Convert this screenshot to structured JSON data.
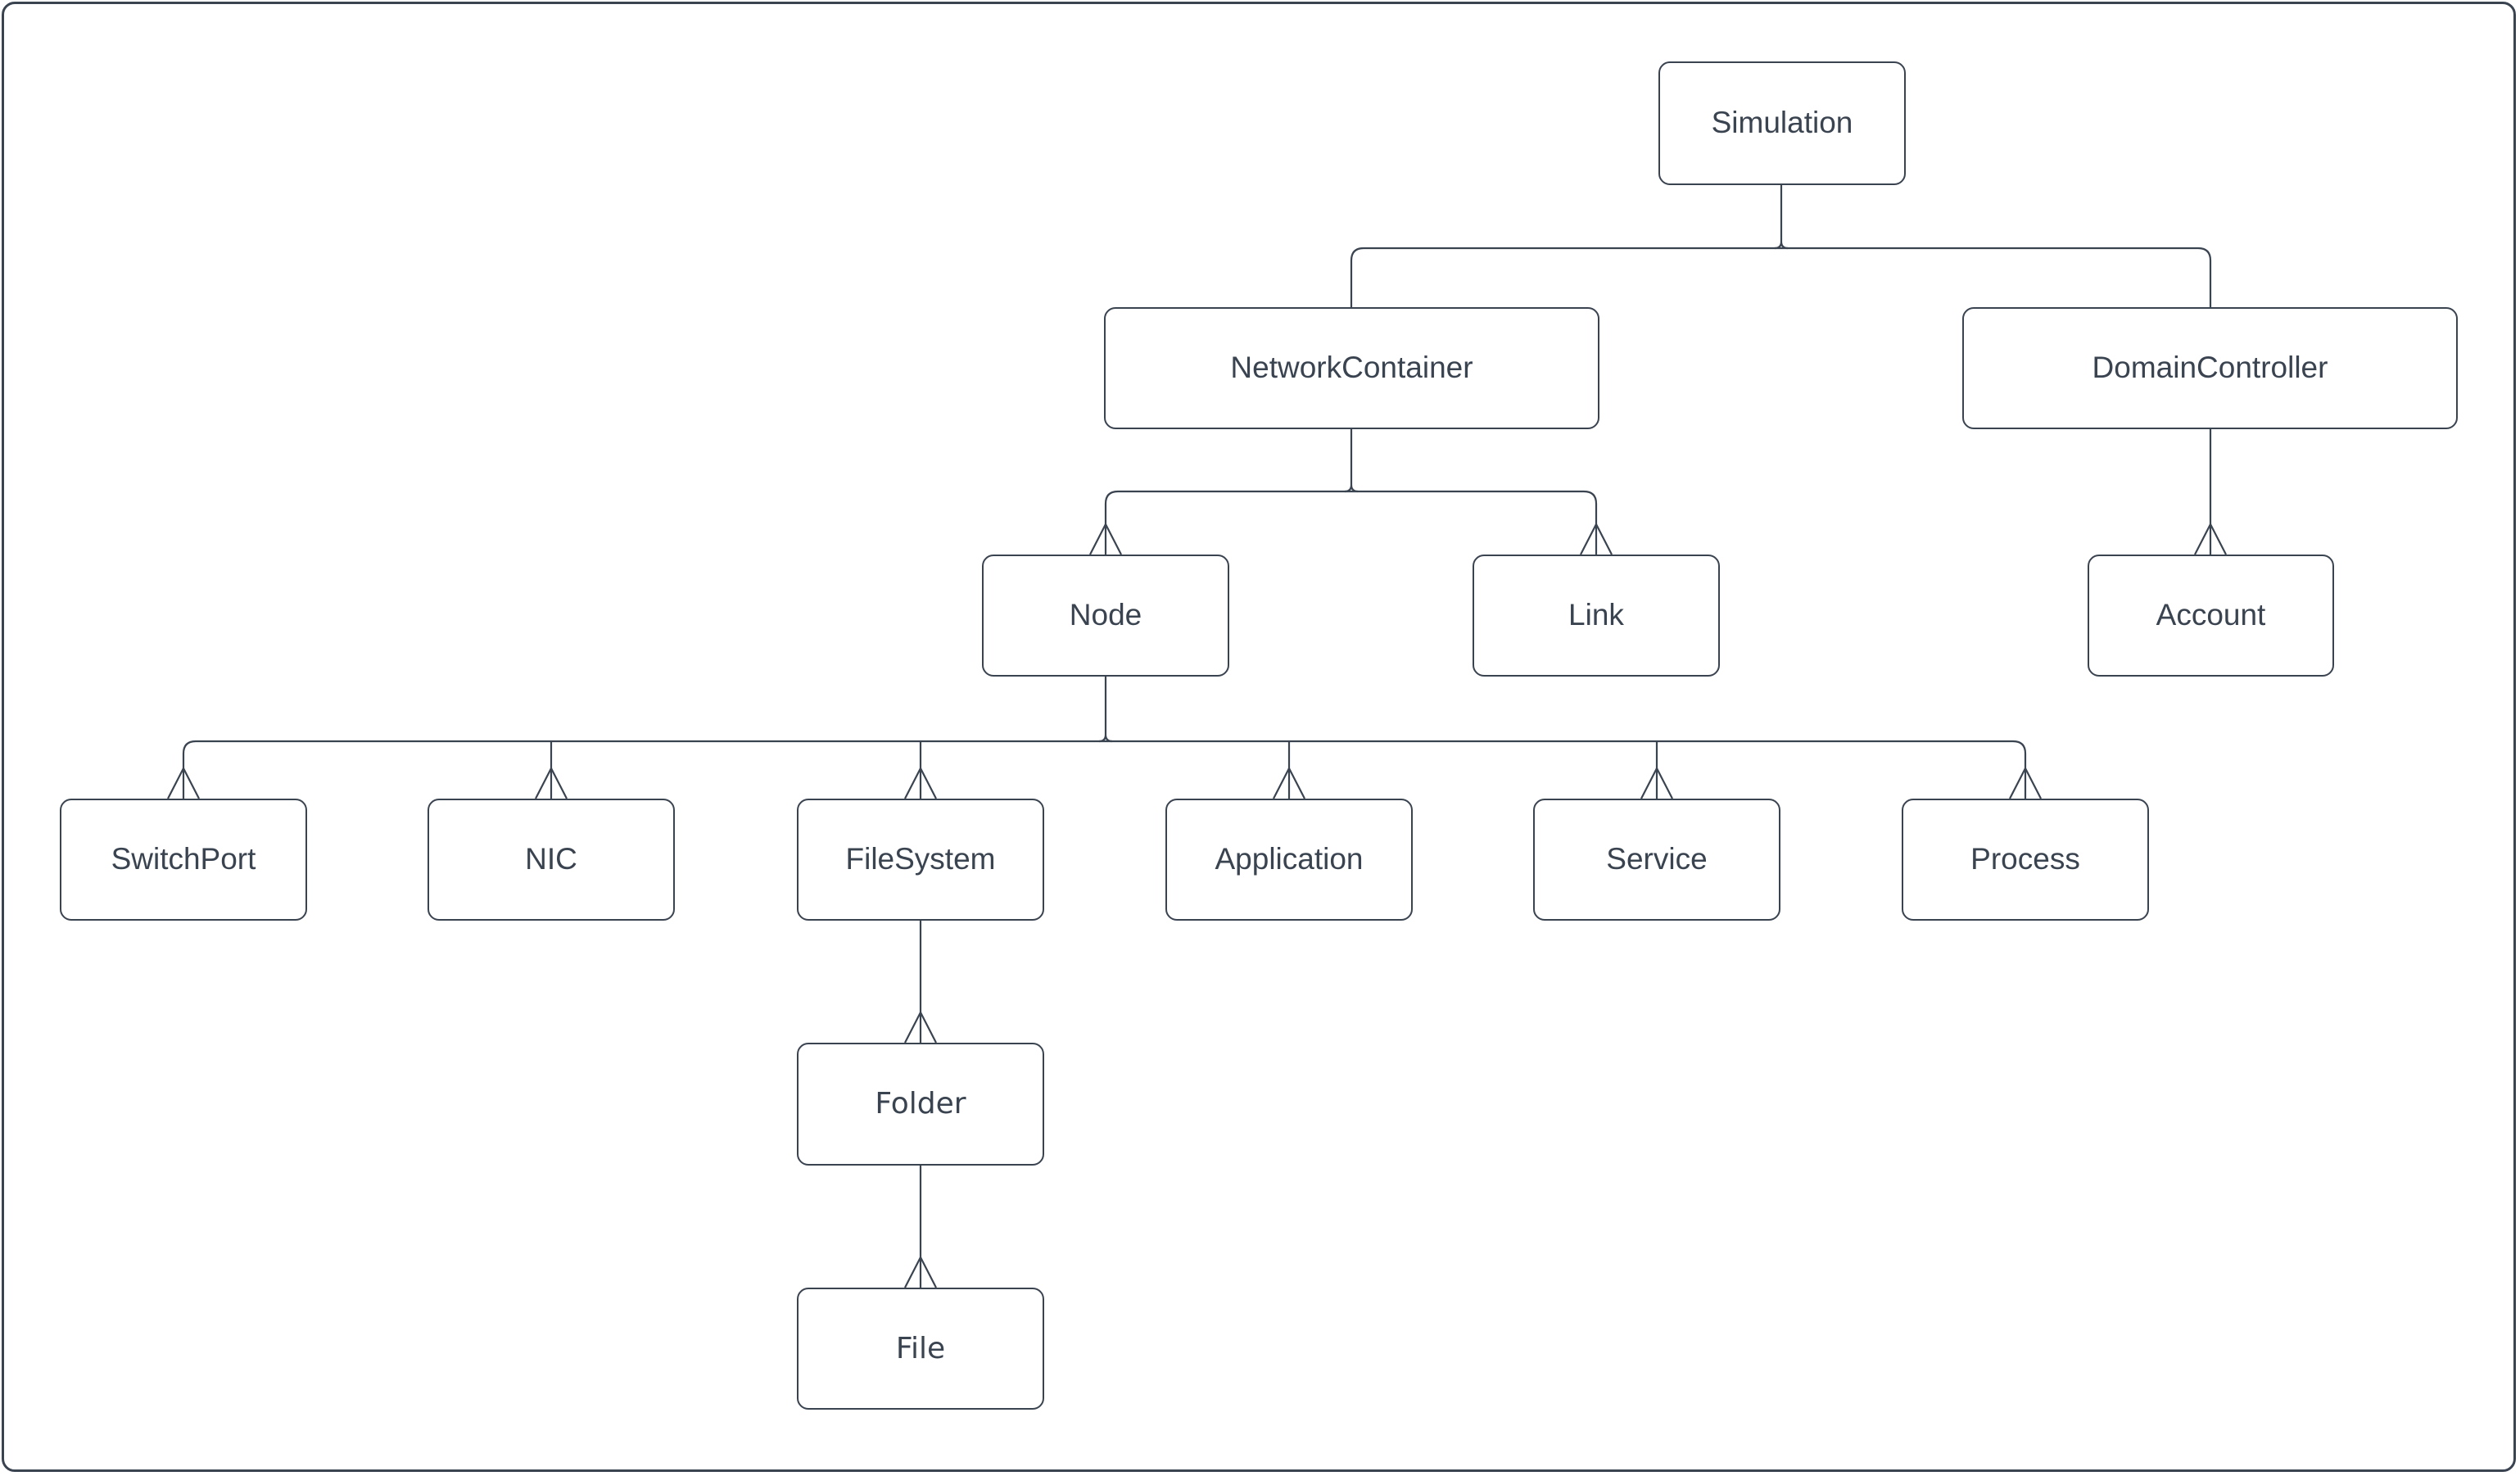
{
  "diagram": {
    "type": "tree",
    "background": "#ffffff",
    "colors": {
      "stroke": "#3a4350",
      "text": "#3a4350",
      "node_fill": "#ffffff"
    },
    "arrowhead": "open chevron pointing up toward parent",
    "nodes": [
      {
        "id": "simulation",
        "label": "Simulation"
      },
      {
        "id": "network-container",
        "label": "NetworkContainer"
      },
      {
        "id": "domain-controller",
        "label": "DomainController"
      },
      {
        "id": "node",
        "label": "Node"
      },
      {
        "id": "link",
        "label": "Link"
      },
      {
        "id": "account",
        "label": "Account"
      },
      {
        "id": "switch-port",
        "label": "SwitchPort"
      },
      {
        "id": "nic",
        "label": "NIC"
      },
      {
        "id": "file-system",
        "label": "FileSystem"
      },
      {
        "id": "application",
        "label": "Application"
      },
      {
        "id": "service",
        "label": "Service"
      },
      {
        "id": "process",
        "label": "Process"
      },
      {
        "id": "folder",
        "label": "Folder"
      },
      {
        "id": "file",
        "label": "File"
      }
    ],
    "edges": [
      {
        "from": "Simulation",
        "to": "NetworkContainer"
      },
      {
        "from": "Simulation",
        "to": "DomainController"
      },
      {
        "from": "NetworkContainer",
        "to": "Node"
      },
      {
        "from": "NetworkContainer",
        "to": "Link"
      },
      {
        "from": "DomainController",
        "to": "Account"
      },
      {
        "from": "Node",
        "to": "SwitchPort"
      },
      {
        "from": "Node",
        "to": "NIC"
      },
      {
        "from": "Node",
        "to": "FileSystem"
      },
      {
        "from": "Node",
        "to": "Application"
      },
      {
        "from": "Node",
        "to": "Service"
      },
      {
        "from": "Node",
        "to": "Process"
      },
      {
        "from": "FileSystem",
        "to": "Folder"
      },
      {
        "from": "Folder",
        "to": "File"
      }
    ]
  }
}
